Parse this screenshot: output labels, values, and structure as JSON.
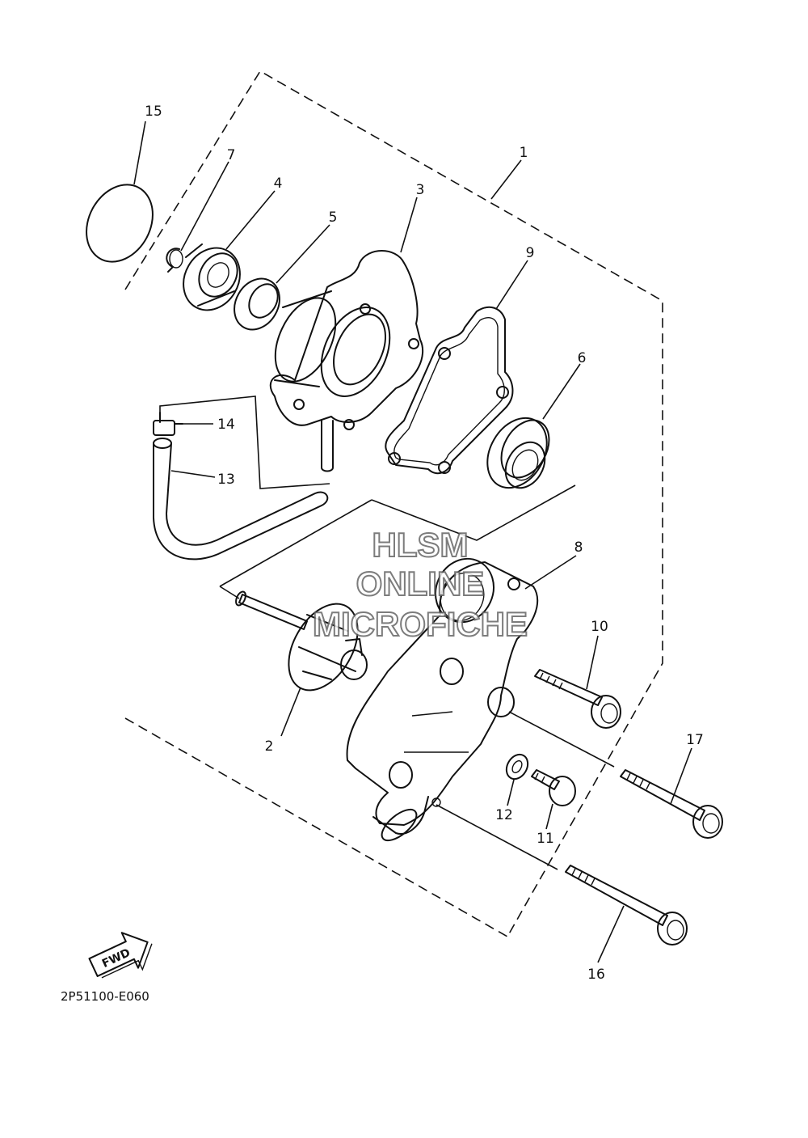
{
  "watermark": {
    "line1": "HLSM",
    "line2": "ONLINE",
    "line3": "MICROFICHE"
  },
  "callouts": {
    "c1": "1",
    "c2": "2",
    "c3": "3",
    "c4": "4",
    "c5": "5",
    "c6": "6",
    "c7": "7",
    "c8": "8",
    "c9": "9",
    "c10": "10",
    "c11": "11",
    "c12": "12",
    "c13": "13",
    "c14": "14",
    "c15": "15",
    "c16": "16",
    "c17": "17"
  },
  "direction_badge": "FWD",
  "diagram_code": "2P51100-E060"
}
